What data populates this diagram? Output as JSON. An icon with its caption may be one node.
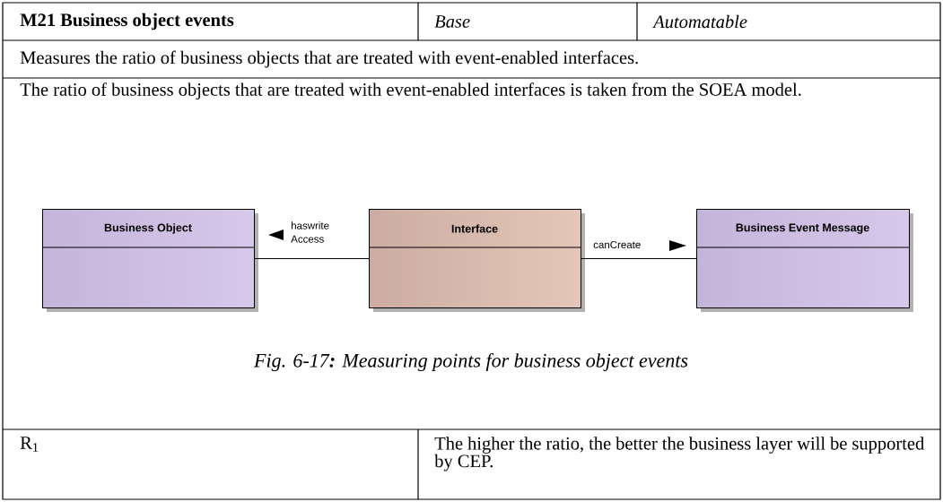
{
  "diagram": {
    "caption": "Fig. 6-17**:** Measuring points for business object events",
    "nodes": [
      {
        "text": [
          "Business Object"
        ]
      },
      {
        "text": [
          "Interface"
        ]
      },
      {
        "text": [
          "Business Event Message"
        ]
      }
    ],
    "edges": [
      {
        "from": 1,
        "to": 0,
        "arrow": "none",
        "label": "haswrite Access"
      },
      {
        "from": 1,
        "to": 2,
        "arrow": "none",
        "label": "canCreate"
      }
    ],
    "labels": [
      "M21 Business object events",
      "Base",
      "Automatable",
      "Measures the ratio of business objects that are treated with event-enabled interfaces.",
      "The ratio of business objects that are treated with event-enabled interfaces is taken from the SOEA model.",
      "R$_{1}$",
      "The higher the ratio, the better the business layer will be supported by CEP."
    ]
  }
}
